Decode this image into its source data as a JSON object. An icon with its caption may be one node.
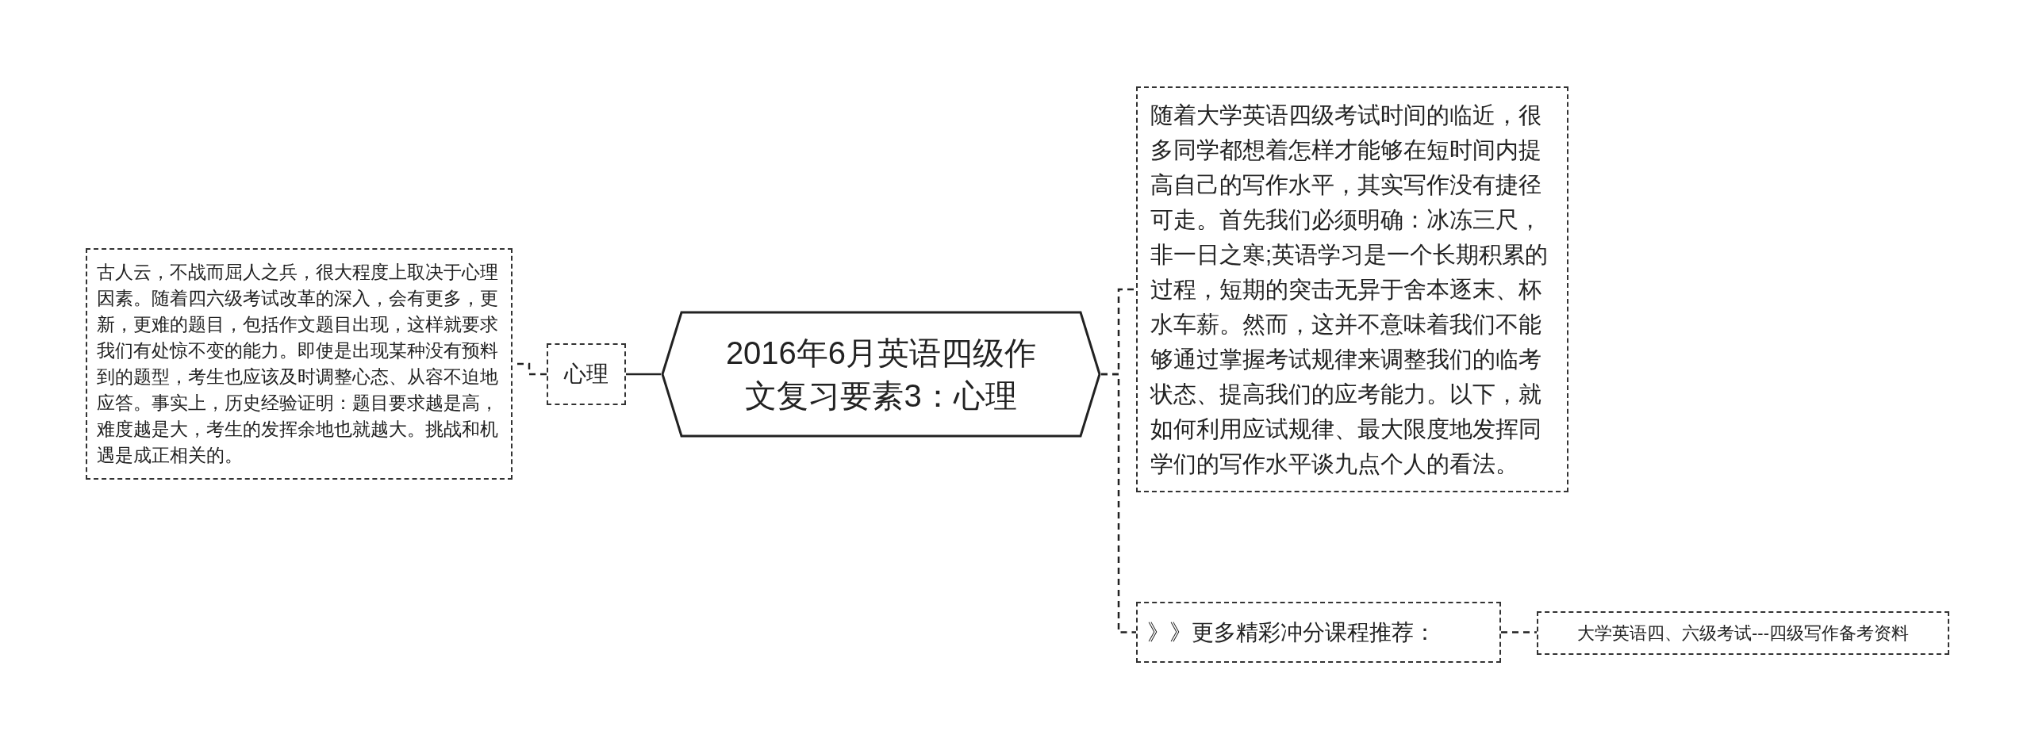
{
  "diagram": {
    "nodes": [
      {
        "text": [
          "2016年6月英语四级作文复习要素3：心理"
        ]
      },
      {
        "text": [
          "心理"
        ]
      },
      {
        "text": [
          "古人云，不战而屈人之兵，很大程度上取决于心理因素。随着四六级考试改革的深入，会有更多，更新，更难的题目，包括作文题目出现，这样就要求我们有处惊不变的能力。即使是出现某种没有预料到的题型，考生也应该及时调整心态、从容不迫地应答。事实上，历史经验证明：题目要求越是高，难度越是大，考生的发挥余地也就越大。挑战和机遇是成正相关的。"
        ]
      },
      {
        "text": [
          "随着大学英语四级考试时间的临近，很多同学都想着怎样才能够在短时间内提高自己的写作水平，其实写作没有捷径可走。首先我们必须明确：冰冻三尺，非一日之寒;英语学习是一个长期积累的过程，短期的突击无异于舍本逐末、杯水车薪。然而，这并不意味着我们不能够通过掌握考试规律来调整我们的临考状态、提高我们的应考能力。以下，就如何利用应试规律、最大限度地发挥同学们的写作水平谈九点个人的看法。"
        ]
      },
      {
        "text": [
          "》》更多精彩冲分课程推荐："
        ]
      },
      {
        "text": [
          "大学英语四、六级考试---四级写作备考资料"
        ]
      }
    ],
    "edges": [
      {
        "from": 0,
        "to": 1,
        "arrow": "none"
      },
      {
        "from": 1,
        "to": 2,
        "arrow": "none",
        "style": "dashed"
      },
      {
        "from": 0,
        "to": 3,
        "arrow": "none",
        "style": "dashed"
      },
      {
        "from": 0,
        "to": 4,
        "arrow": "none",
        "style": "dashed"
      },
      {
        "from": 4,
        "to": 5,
        "arrow": "none",
        "style": "dashed"
      }
    ]
  }
}
